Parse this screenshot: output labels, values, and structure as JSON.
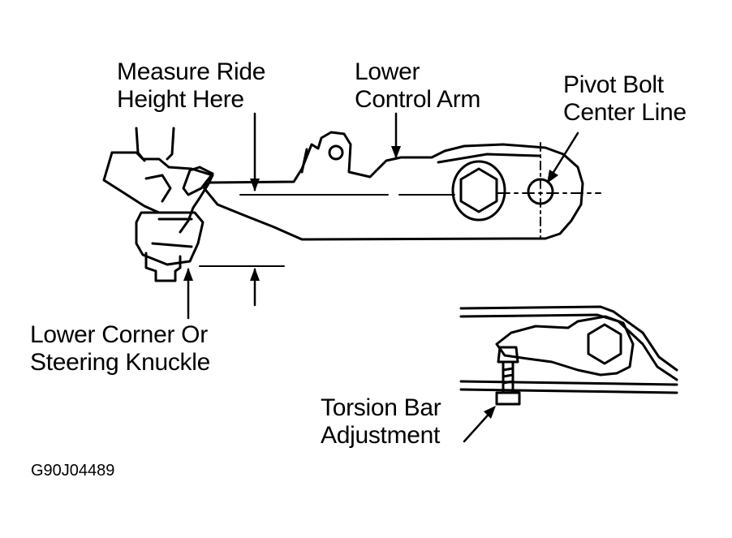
{
  "labels": {
    "measure_ride_height": [
      "Measure Ride",
      "Height Here"
    ],
    "lower_control_arm": [
      "Lower",
      "Control Arm"
    ],
    "pivot_bolt": [
      "Pivot Bolt",
      "Center Line"
    ],
    "lower_corner": [
      "Lower Corner Or",
      "Steering Knuckle"
    ],
    "torsion_bar": [
      "Torsion Bar",
      "Adjustment"
    ]
  },
  "figure_code": "G90J04489",
  "colors": {
    "ink": "#000000",
    "paper": "#ffffff"
  }
}
